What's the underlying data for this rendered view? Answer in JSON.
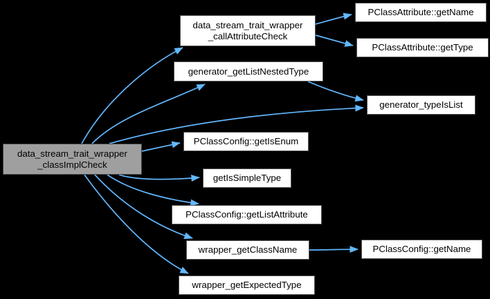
{
  "diagram": {
    "type": "call-graph",
    "background_color": "#000000",
    "edge_color": "#63b8ff",
    "node_fill": "#ffffff",
    "node_border": "#565656",
    "current_node_fill": "#9f9f9f",
    "text_color": "#000000",
    "nodes": {
      "classImplCheck": {
        "label": "data_stream_trait_wrapper\n_classImplCheck",
        "current": true
      },
      "callAttributeCheck": {
        "label": "data_stream_trait_wrapper\n_callAttributeCheck"
      },
      "getListNestedType": {
        "label": "generator_getListNestedType"
      },
      "typeIsList": {
        "label": "generator_typeIsList"
      },
      "getIsEnum": {
        "label": "PClassConfig::getIsEnum"
      },
      "getIsSimpleType": {
        "label": "getIsSimpleType"
      },
      "getListAttribute": {
        "label": "PClassConfig::getListAttribute"
      },
      "getClassName": {
        "label": "wrapper_getClassName"
      },
      "getExpectedType": {
        "label": "wrapper_getExpectedType"
      },
      "attrGetName": {
        "label": "PClassAttribute::getName"
      },
      "attrGetType": {
        "label": "PClassAttribute::getType"
      },
      "configGetName": {
        "label": "PClassConfig::getName"
      }
    },
    "edges": [
      {
        "from": "data_stream_trait_wrapper_classImplCheck",
        "to": "data_stream_trait_wrapper_callAttributeCheck"
      },
      {
        "from": "data_stream_trait_wrapper_classImplCheck",
        "to": "generator_getListNestedType"
      },
      {
        "from": "data_stream_trait_wrapper_classImplCheck",
        "to": "generator_typeIsList"
      },
      {
        "from": "data_stream_trait_wrapper_classImplCheck",
        "to": "PClassConfig::getIsEnum"
      },
      {
        "from": "data_stream_trait_wrapper_classImplCheck",
        "to": "getIsSimpleType"
      },
      {
        "from": "data_stream_trait_wrapper_classImplCheck",
        "to": "PClassConfig::getListAttribute"
      },
      {
        "from": "data_stream_trait_wrapper_classImplCheck",
        "to": "wrapper_getClassName"
      },
      {
        "from": "data_stream_trait_wrapper_classImplCheck",
        "to": "wrapper_getExpectedType"
      },
      {
        "from": "data_stream_trait_wrapper_callAttributeCheck",
        "to": "PClassAttribute::getName"
      },
      {
        "from": "data_stream_trait_wrapper_callAttributeCheck",
        "to": "PClassAttribute::getType"
      },
      {
        "from": "generator_getListNestedType",
        "to": "generator_typeIsList"
      },
      {
        "from": "wrapper_getClassName",
        "to": "PClassConfig::getName"
      }
    ]
  }
}
